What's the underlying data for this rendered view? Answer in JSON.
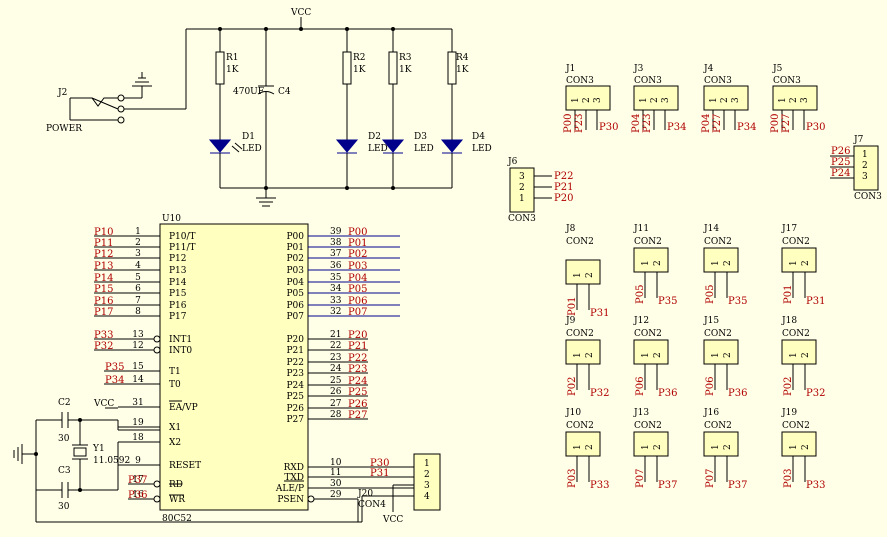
{
  "power": {
    "vcc_label": "VCC",
    "jack_ref": "J2",
    "jack_name": "POWER"
  },
  "resistors": [
    {
      "ref": "R1",
      "value": "1K"
    },
    {
      "ref": "R2",
      "value": "1K"
    },
    {
      "ref": "R3",
      "value": "1K"
    },
    {
      "ref": "R4",
      "value": "1K"
    }
  ],
  "capacitor_c4": {
    "ref": "C4",
    "value": "470UF"
  },
  "leds": [
    {
      "ref": "D1",
      "value": "LED"
    },
    {
      "ref": "D2",
      "value": "LED"
    },
    {
      "ref": "D3",
      "value": "LED"
    },
    {
      "ref": "D4",
      "value": "LED"
    }
  ],
  "mcu": {
    "ref": "U10",
    "part": "80C52",
    "left_pins": [
      {
        "net": "P10",
        "num": "1",
        "name": "P10/T"
      },
      {
        "net": "P11",
        "num": "2",
        "name": "P11/T"
      },
      {
        "net": "P12",
        "num": "3",
        "name": "P12"
      },
      {
        "net": "P13",
        "num": "4",
        "name": "P13"
      },
      {
        "net": "P14",
        "num": "5",
        "name": "P14"
      },
      {
        "net": "P15",
        "num": "6",
        "name": "P15"
      },
      {
        "net": "P16",
        "num": "7",
        "name": "P16"
      },
      {
        "net": "P17",
        "num": "8",
        "name": "P17"
      },
      {
        "net": "P33",
        "num": "13",
        "name": "INT1"
      },
      {
        "net": "P32",
        "num": "12",
        "name": "INT0"
      },
      {
        "net": "P35",
        "num": "15",
        "name": "T1"
      },
      {
        "net": "P34",
        "num": "14",
        "name": "T0"
      },
      {
        "net": "VCC",
        "num": "31",
        "name": "EA/VP"
      },
      {
        "net": "",
        "num": "19",
        "name": "X1"
      },
      {
        "net": "",
        "num": "18",
        "name": "X2"
      },
      {
        "net": "",
        "num": "9",
        "name": "RESET"
      },
      {
        "net": "P37",
        "num": "17",
        "name": "RD"
      },
      {
        "net": "P36",
        "num": "16",
        "name": "WR"
      }
    ],
    "right_pins": [
      {
        "name": "P00",
        "num": "39",
        "net": "P00"
      },
      {
        "name": "P01",
        "num": "38",
        "net": "P01"
      },
      {
        "name": "P02",
        "num": "37",
        "net": "P02"
      },
      {
        "name": "P03",
        "num": "36",
        "net": "P03"
      },
      {
        "name": "P04",
        "num": "35",
        "net": "P04"
      },
      {
        "name": "P05",
        "num": "34",
        "net": "P05"
      },
      {
        "name": "P06",
        "num": "33",
        "net": "P06"
      },
      {
        "name": "P07",
        "num": "32",
        "net": "P07"
      },
      {
        "name": "P20",
        "num": "21",
        "net": "P20"
      },
      {
        "name": "P21",
        "num": "22",
        "net": "P21"
      },
      {
        "name": "P22",
        "num": "23",
        "net": "P22"
      },
      {
        "name": "P23",
        "num": "24",
        "net": "P23"
      },
      {
        "name": "P24",
        "num": "25",
        "net": "P24"
      },
      {
        "name": "P25",
        "num": "26",
        "net": "P25"
      },
      {
        "name": "P26",
        "num": "27",
        "net": "P26"
      },
      {
        "name": "P27",
        "num": "28",
        "net": "P27"
      },
      {
        "name": "RXD",
        "num": "10",
        "net": "P30"
      },
      {
        "name": "TXD",
        "num": "11",
        "net": "P31"
      },
      {
        "name": "ALE/P",
        "num": "30",
        "net": ""
      },
      {
        "name": "PSEN",
        "num": "29",
        "net": ""
      }
    ]
  },
  "crystal": {
    "ref": "Y1",
    "value": "11.0592"
  },
  "caps": [
    {
      "ref": "C2",
      "value": "30"
    },
    {
      "ref": "C3",
      "value": "30"
    }
  ],
  "j20": {
    "ref": "J20",
    "name": "CON4",
    "pins": [
      "1",
      "2",
      "3",
      "4"
    ],
    "vcc_label": "VCC"
  },
  "con3_top": [
    {
      "ref": "J1",
      "name": "CON3",
      "pins": [
        "1",
        "2",
        "3"
      ],
      "nets": [
        "P00",
        "P23",
        "P30"
      ]
    },
    {
      "ref": "J3",
      "name": "CON3",
      "pins": [
        "1",
        "2",
        "3"
      ],
      "nets": [
        "P04",
        "P23",
        "P34"
      ]
    },
    {
      "ref": "J4",
      "name": "CON3",
      "pins": [
        "1",
        "2",
        "3"
      ],
      "nets": [
        "P04",
        "P27",
        "P34"
      ]
    },
    {
      "ref": "J5",
      "name": "CON3",
      "pins": [
        "1",
        "2",
        "3"
      ],
      "nets": [
        "P00",
        "P27",
        "P30"
      ]
    }
  ],
  "j6": {
    "ref": "J6",
    "name": "CON3",
    "pins": [
      "3",
      "2",
      "1"
    ],
    "nets": [
      "P22",
      "P21",
      "P20"
    ]
  },
  "j7": {
    "ref": "J7",
    "name": "CON3",
    "pins": [
      "1",
      "2",
      "3"
    ],
    "nets": [
      "P26",
      "P25",
      "P24"
    ]
  },
  "con2": [
    {
      "ref": "J8",
      "name": "CON2",
      "pins": [
        "1",
        "2"
      ],
      "nets": [
        "P01",
        "P31"
      ]
    },
    {
      "ref": "J11",
      "name": "CON2",
      "pins": [
        "1",
        "2"
      ],
      "nets": [
        "P05",
        "P35"
      ]
    },
    {
      "ref": "J14",
      "name": "CON2",
      "pins": [
        "1",
        "2"
      ],
      "nets": [
        "P05",
        "P35"
      ]
    },
    {
      "ref": "J17",
      "name": "CON2",
      "pins": [
        "1",
        "2"
      ],
      "nets": [
        "P01",
        "P31"
      ]
    },
    {
      "ref": "J9",
      "name": "CON2",
      "pins": [
        "1",
        "2"
      ],
      "nets": [
        "P02",
        "P32"
      ]
    },
    {
      "ref": "J12",
      "name": "CON2",
      "pins": [
        "1",
        "2"
      ],
      "nets": [
        "P06",
        "P36"
      ]
    },
    {
      "ref": "J15",
      "name": "CON2",
      "pins": [
        "1",
        "2"
      ],
      "nets": [
        "P06",
        "P36"
      ]
    },
    {
      "ref": "J18",
      "name": "CON2",
      "pins": [
        "1",
        "2"
      ],
      "nets": [
        "P02",
        "P32"
      ]
    },
    {
      "ref": "J10",
      "name": "CON2",
      "pins": [
        "1",
        "2"
      ],
      "nets": [
        "P03",
        "P33"
      ]
    },
    {
      "ref": "J13",
      "name": "CON2",
      "pins": [
        "1",
        "2"
      ],
      "nets": [
        "P07",
        "P37"
      ]
    },
    {
      "ref": "J16",
      "name": "CON2",
      "pins": [
        "1",
        "2"
      ],
      "nets": [
        "P07",
        "P37"
      ]
    },
    {
      "ref": "J19",
      "name": "CON2",
      "pins": [
        "1",
        "2"
      ],
      "nets": [
        "P03",
        "P33"
      ]
    }
  ]
}
